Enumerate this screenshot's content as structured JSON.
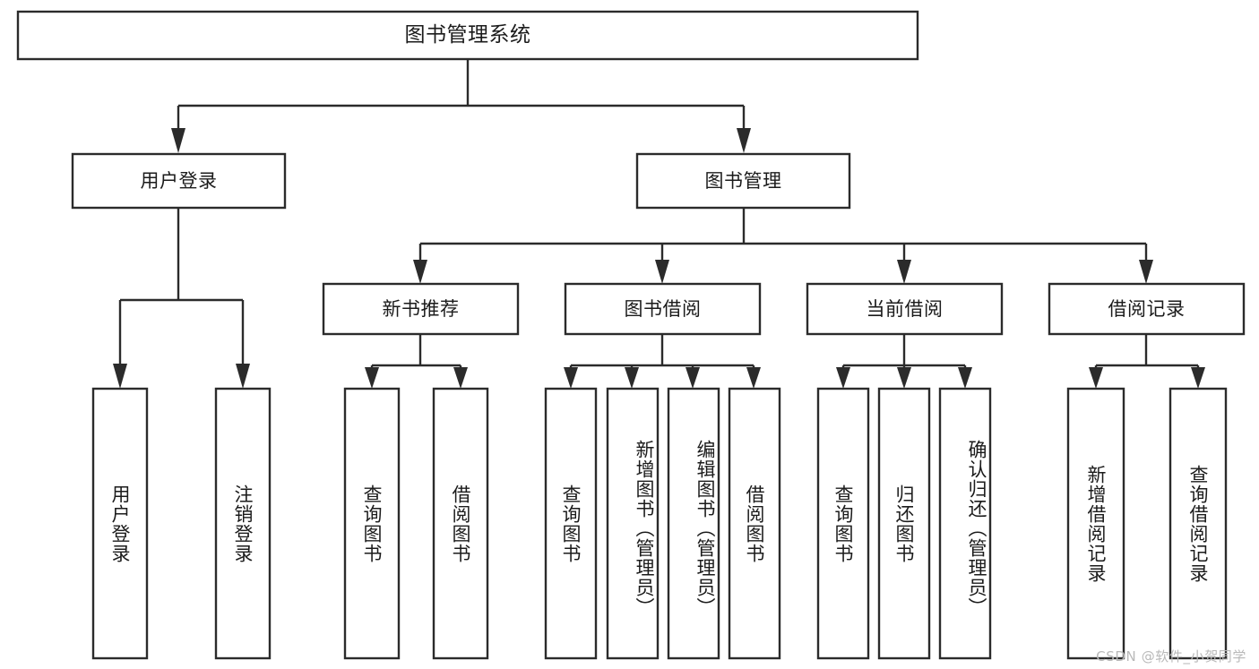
{
  "diagram": {
    "type": "hierarchy-tree",
    "title": "图书管理系统",
    "orientation": "top-down",
    "colors": {
      "box_fill": "#ffffff",
      "box_stroke": "#2b2b2b",
      "text": "#1b1b1b",
      "watermark": "#b9b9b9"
    },
    "levels": [
      {
        "level": 1,
        "nodes": [
          {
            "id": "root",
            "label": "图书管理系统",
            "orientation": "horizontal"
          }
        ]
      },
      {
        "level": 2,
        "nodes": [
          {
            "id": "login",
            "label": "用户登录",
            "orientation": "horizontal",
            "parent": "root"
          },
          {
            "id": "bookmgmt",
            "label": "图书管理",
            "orientation": "horizontal",
            "parent": "root"
          }
        ]
      },
      {
        "level": 3,
        "nodes": [
          {
            "id": "newbook",
            "label": "新书推荐",
            "orientation": "horizontal",
            "parent": "bookmgmt"
          },
          {
            "id": "borrow",
            "label": "图书借阅",
            "orientation": "horizontal",
            "parent": "bookmgmt"
          },
          {
            "id": "current",
            "label": "当前借阅",
            "orientation": "horizontal",
            "parent": "bookmgmt"
          },
          {
            "id": "records",
            "label": "借阅记录",
            "orientation": "horizontal",
            "parent": "bookmgmt"
          }
        ]
      },
      {
        "level": 4,
        "nodes": [
          {
            "id": "leaf-user-login",
            "label": "用户登录",
            "orientation": "vertical",
            "parent": "login"
          },
          {
            "id": "leaf-user-logout",
            "label": "注销登录",
            "orientation": "vertical",
            "parent": "login"
          },
          {
            "id": "leaf-query-book-1",
            "label": "查询图书",
            "orientation": "vertical",
            "parent": "newbook"
          },
          {
            "id": "leaf-borrow-book-1",
            "label": "借阅图书",
            "orientation": "vertical",
            "parent": "newbook"
          },
          {
            "id": "leaf-query-book-2",
            "label": "查询图书",
            "orientation": "vertical",
            "parent": "borrow"
          },
          {
            "id": "leaf-add-book",
            "label": "新增图书（管理员）",
            "orientation": "vertical",
            "parent": "borrow"
          },
          {
            "id": "leaf-edit-book",
            "label": "编辑图书（管理员）",
            "orientation": "vertical",
            "parent": "borrow"
          },
          {
            "id": "leaf-borrow-book-2",
            "label": "借阅图书",
            "orientation": "vertical",
            "parent": "borrow"
          },
          {
            "id": "leaf-query-book-3",
            "label": "查询图书",
            "orientation": "vertical",
            "parent": "current"
          },
          {
            "id": "leaf-return-book",
            "label": "归还图书",
            "orientation": "vertical",
            "parent": "current"
          },
          {
            "id": "leaf-confirm-return",
            "label": "确认归还（管理员）",
            "orientation": "vertical",
            "parent": "current"
          },
          {
            "id": "leaf-add-record",
            "label": "新增借阅记录",
            "orientation": "vertical",
            "parent": "records"
          },
          {
            "id": "leaf-query-record",
            "label": "查询借阅记录",
            "orientation": "vertical",
            "parent": "records"
          }
        ]
      }
    ]
  },
  "watermark": {
    "text": "CSDN @软件_小贺同学"
  }
}
